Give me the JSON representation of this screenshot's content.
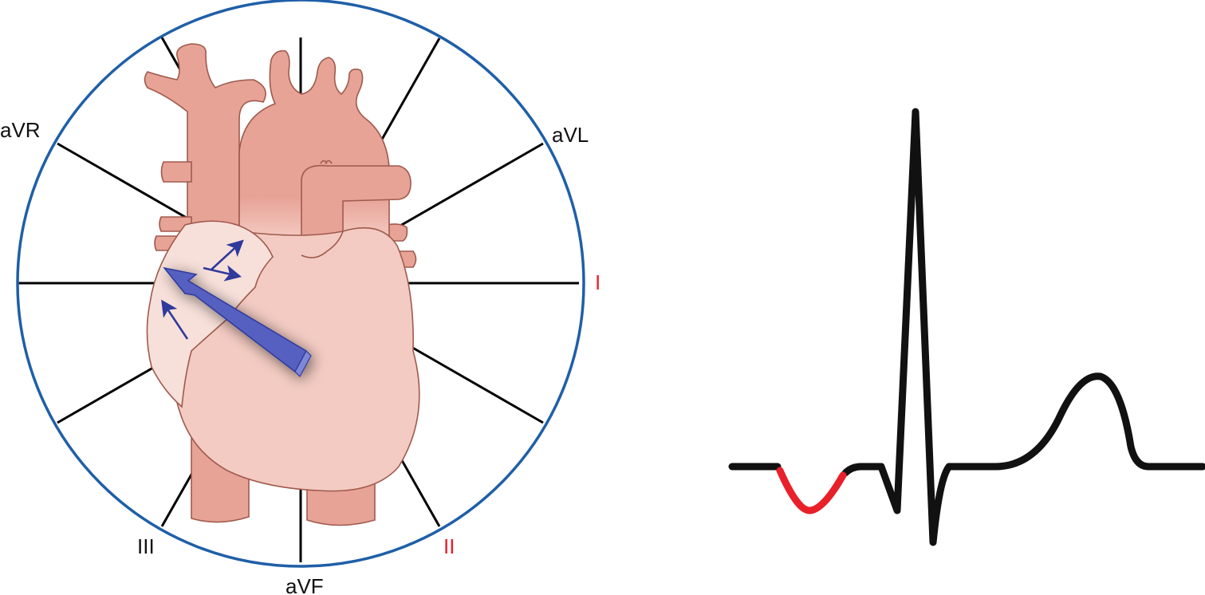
{
  "leads": {
    "aVR": "aVR",
    "aVL": "aVL",
    "I": "I",
    "II": "II",
    "III": "III",
    "aVF": "aVF"
  },
  "colors": {
    "circle": "#1f5fa8",
    "spokes": "#000000",
    "highlight_label": "#e8202a",
    "normal_label": "#111111",
    "vessel": "#e8a397",
    "vessel_outline": "#a05a4d",
    "heart": "#f3cbc2",
    "atrium": "#f8e0da",
    "vector_arrow": "#5560c0",
    "small_arrows": "#2e3a9c",
    "ecg_trace": "#111111",
    "p_wave": "#e8202a"
  },
  "ecg": {
    "highlighted_segment": "p-wave",
    "p_wave_polarity": "negative"
  }
}
